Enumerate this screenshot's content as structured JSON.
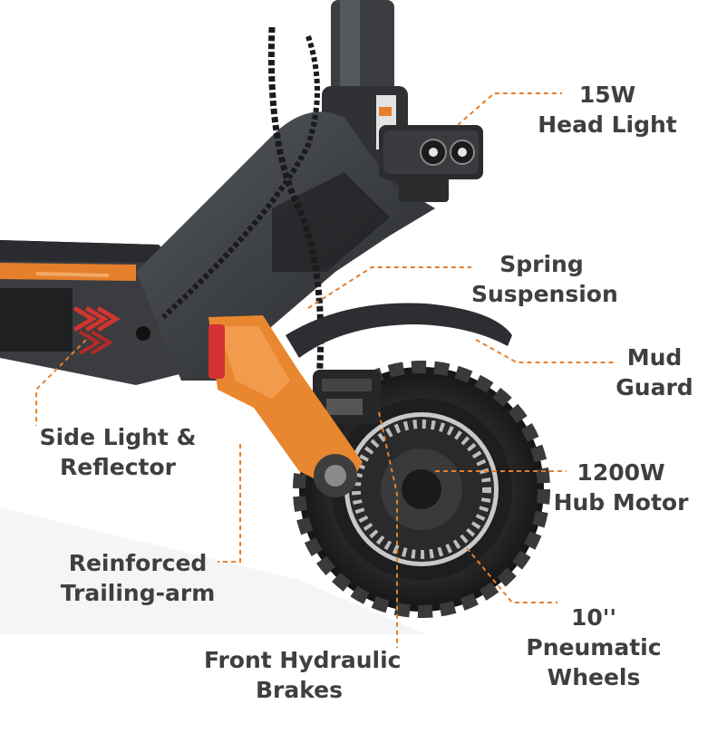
{
  "labels": {
    "head_light": [
      "15W",
      "Head Light"
    ],
    "spring_suspension": [
      "Spring",
      "Suspension"
    ],
    "mud_guard": [
      "Mud",
      "Guard"
    ],
    "side_light": [
      "Side Light &",
      "Reflector"
    ],
    "hub_motor": [
      "1200W",
      "Hub Motor"
    ],
    "trailing_arm": [
      "Reinforced",
      "Trailing-arm"
    ],
    "wheels": [
      "10''",
      "Pneumatic",
      "Wheels"
    ],
    "brakes": [
      "Front Hydraulic",
      "Brakes"
    ]
  },
  "colors": {
    "accent": "#e57f2c",
    "label_text": "#3f3f3f",
    "frame": "#2e3033",
    "tire": "#232323",
    "arm": "#e8872f"
  }
}
